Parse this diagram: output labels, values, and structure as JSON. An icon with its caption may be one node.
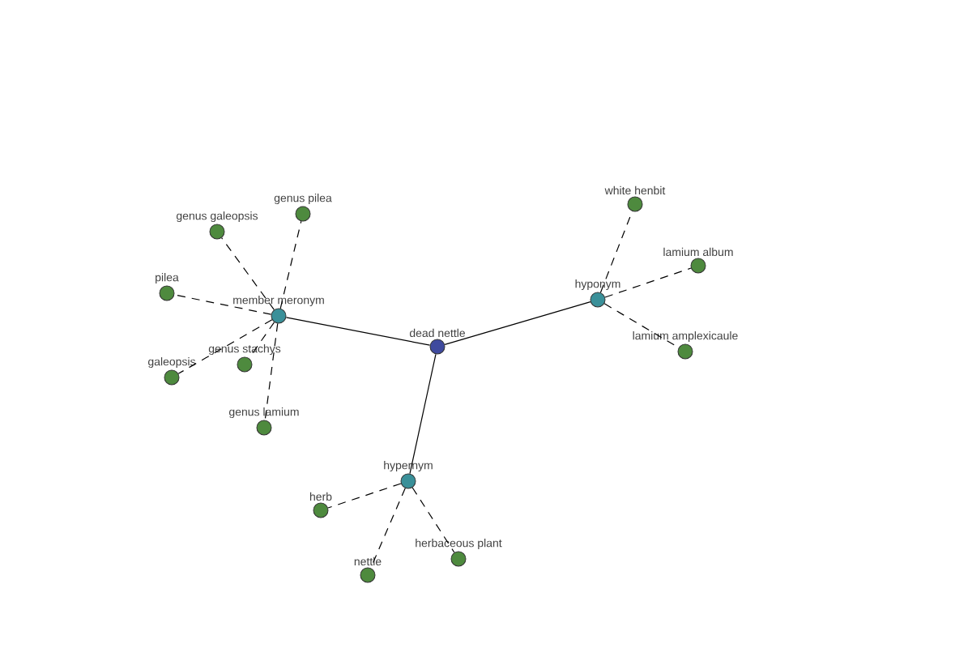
{
  "diagram": {
    "nodes": [
      {
        "text": [
          "dead nettle"
        ]
      },
      {
        "text": [
          "member meronym"
        ]
      },
      {
        "text": [
          "hyponym"
        ]
      },
      {
        "text": [
          "hypernym"
        ]
      },
      {
        "text": [
          "genus pilea"
        ]
      },
      {
        "text": [
          "genus galeopsis"
        ]
      },
      {
        "text": [
          "pilea"
        ]
      },
      {
        "text": [
          "genus stachys"
        ]
      },
      {
        "text": [
          "galeopsis"
        ]
      },
      {
        "text": [
          "genus lamium"
        ]
      },
      {
        "text": [
          "white henbit"
        ]
      },
      {
        "text": [
          "lamium album"
        ]
      },
      {
        "text": [
          "lamium amplexicaule"
        ]
      },
      {
        "text": [
          "herb"
        ]
      },
      {
        "text": [
          "herbaceous plant"
        ]
      },
      {
        "text": [
          "nettle"
        ]
      }
    ],
    "edges": [
      {
        "from": 0,
        "to": 1,
        "arrow": "none"
      },
      {
        "from": 0,
        "to": 2,
        "arrow": "none"
      },
      {
        "from": 0,
        "to": 3,
        "arrow": "none"
      },
      {
        "from": 1,
        "to": 4,
        "arrow": "none",
        "style": "dashed"
      },
      {
        "from": 1,
        "to": 5,
        "arrow": "none",
        "style": "dashed"
      },
      {
        "from": 1,
        "to": 6,
        "arrow": "none",
        "style": "dashed"
      },
      {
        "from": 1,
        "to": 7,
        "arrow": "none",
        "style": "dashed"
      },
      {
        "from": 1,
        "to": 8,
        "arrow": "none",
        "style": "dashed"
      },
      {
        "from": 1,
        "to": 9,
        "arrow": "none",
        "style": "dashed"
      },
      {
        "from": 2,
        "to": 10,
        "arrow": "none",
        "style": "dashed"
      },
      {
        "from": 2,
        "to": 11,
        "arrow": "none",
        "style": "dashed"
      },
      {
        "from": 2,
        "to": 12,
        "arrow": "none",
        "style": "dashed"
      },
      {
        "from": 3,
        "to": 13,
        "arrow": "none",
        "style": "dashed"
      },
      {
        "from": 3,
        "to": 14,
        "arrow": "none",
        "style": "dashed"
      },
      {
        "from": 3,
        "to": 15,
        "arrow": "none",
        "style": "dashed"
      }
    ]
  }
}
